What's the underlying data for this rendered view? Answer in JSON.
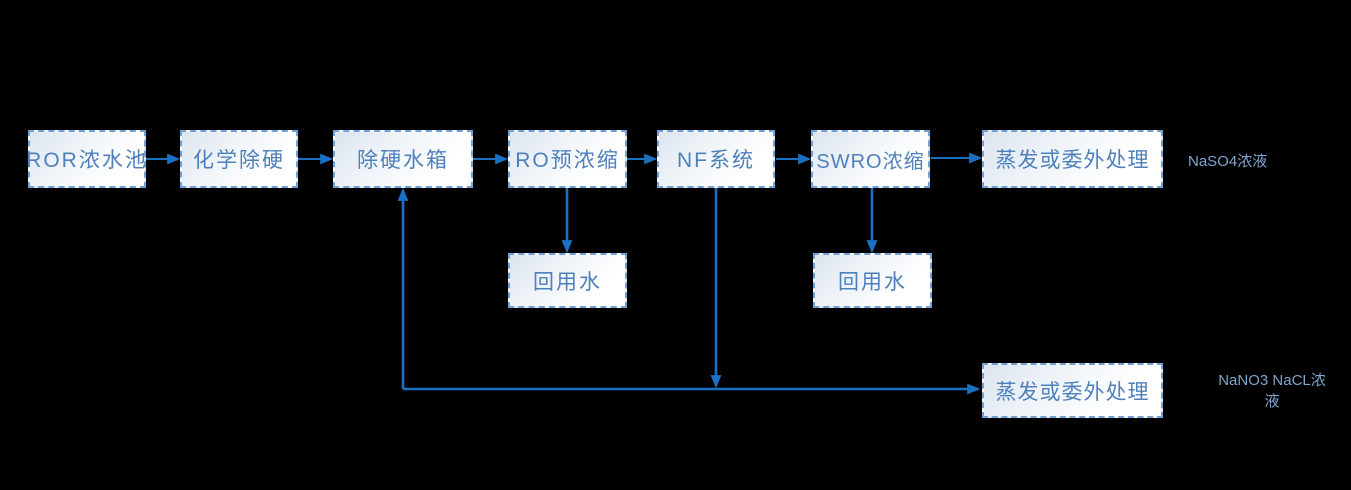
{
  "diagram": {
    "nodes": {
      "ror_pool": {
        "label": "ROR浓水池"
      },
      "chem_soften": {
        "label": "化学除硬"
      },
      "soften_tank": {
        "label": "除硬水箱"
      },
      "ro_preconc": {
        "label": "RO预浓缩"
      },
      "nf_system": {
        "label": "NF系统"
      },
      "swro_conc": {
        "label": "SWRO浓缩"
      },
      "evap_top": {
        "label": "蒸发或委外处理"
      },
      "reuse_left": {
        "label": "回用水"
      },
      "reuse_right": {
        "label": "回用水"
      },
      "evap_bottom": {
        "label": "蒸发或委外处理"
      }
    },
    "annotations": {
      "naso4": "NaSO4浓液",
      "nano3_nacl": "NaNO3 NaCL浓液"
    },
    "colors": {
      "background": "#000000",
      "node_border": "#6fa0d6",
      "node_text": "#4e80bc",
      "arrow": "#1a70c2",
      "annotation_text": "#7fa5cf"
    }
  }
}
